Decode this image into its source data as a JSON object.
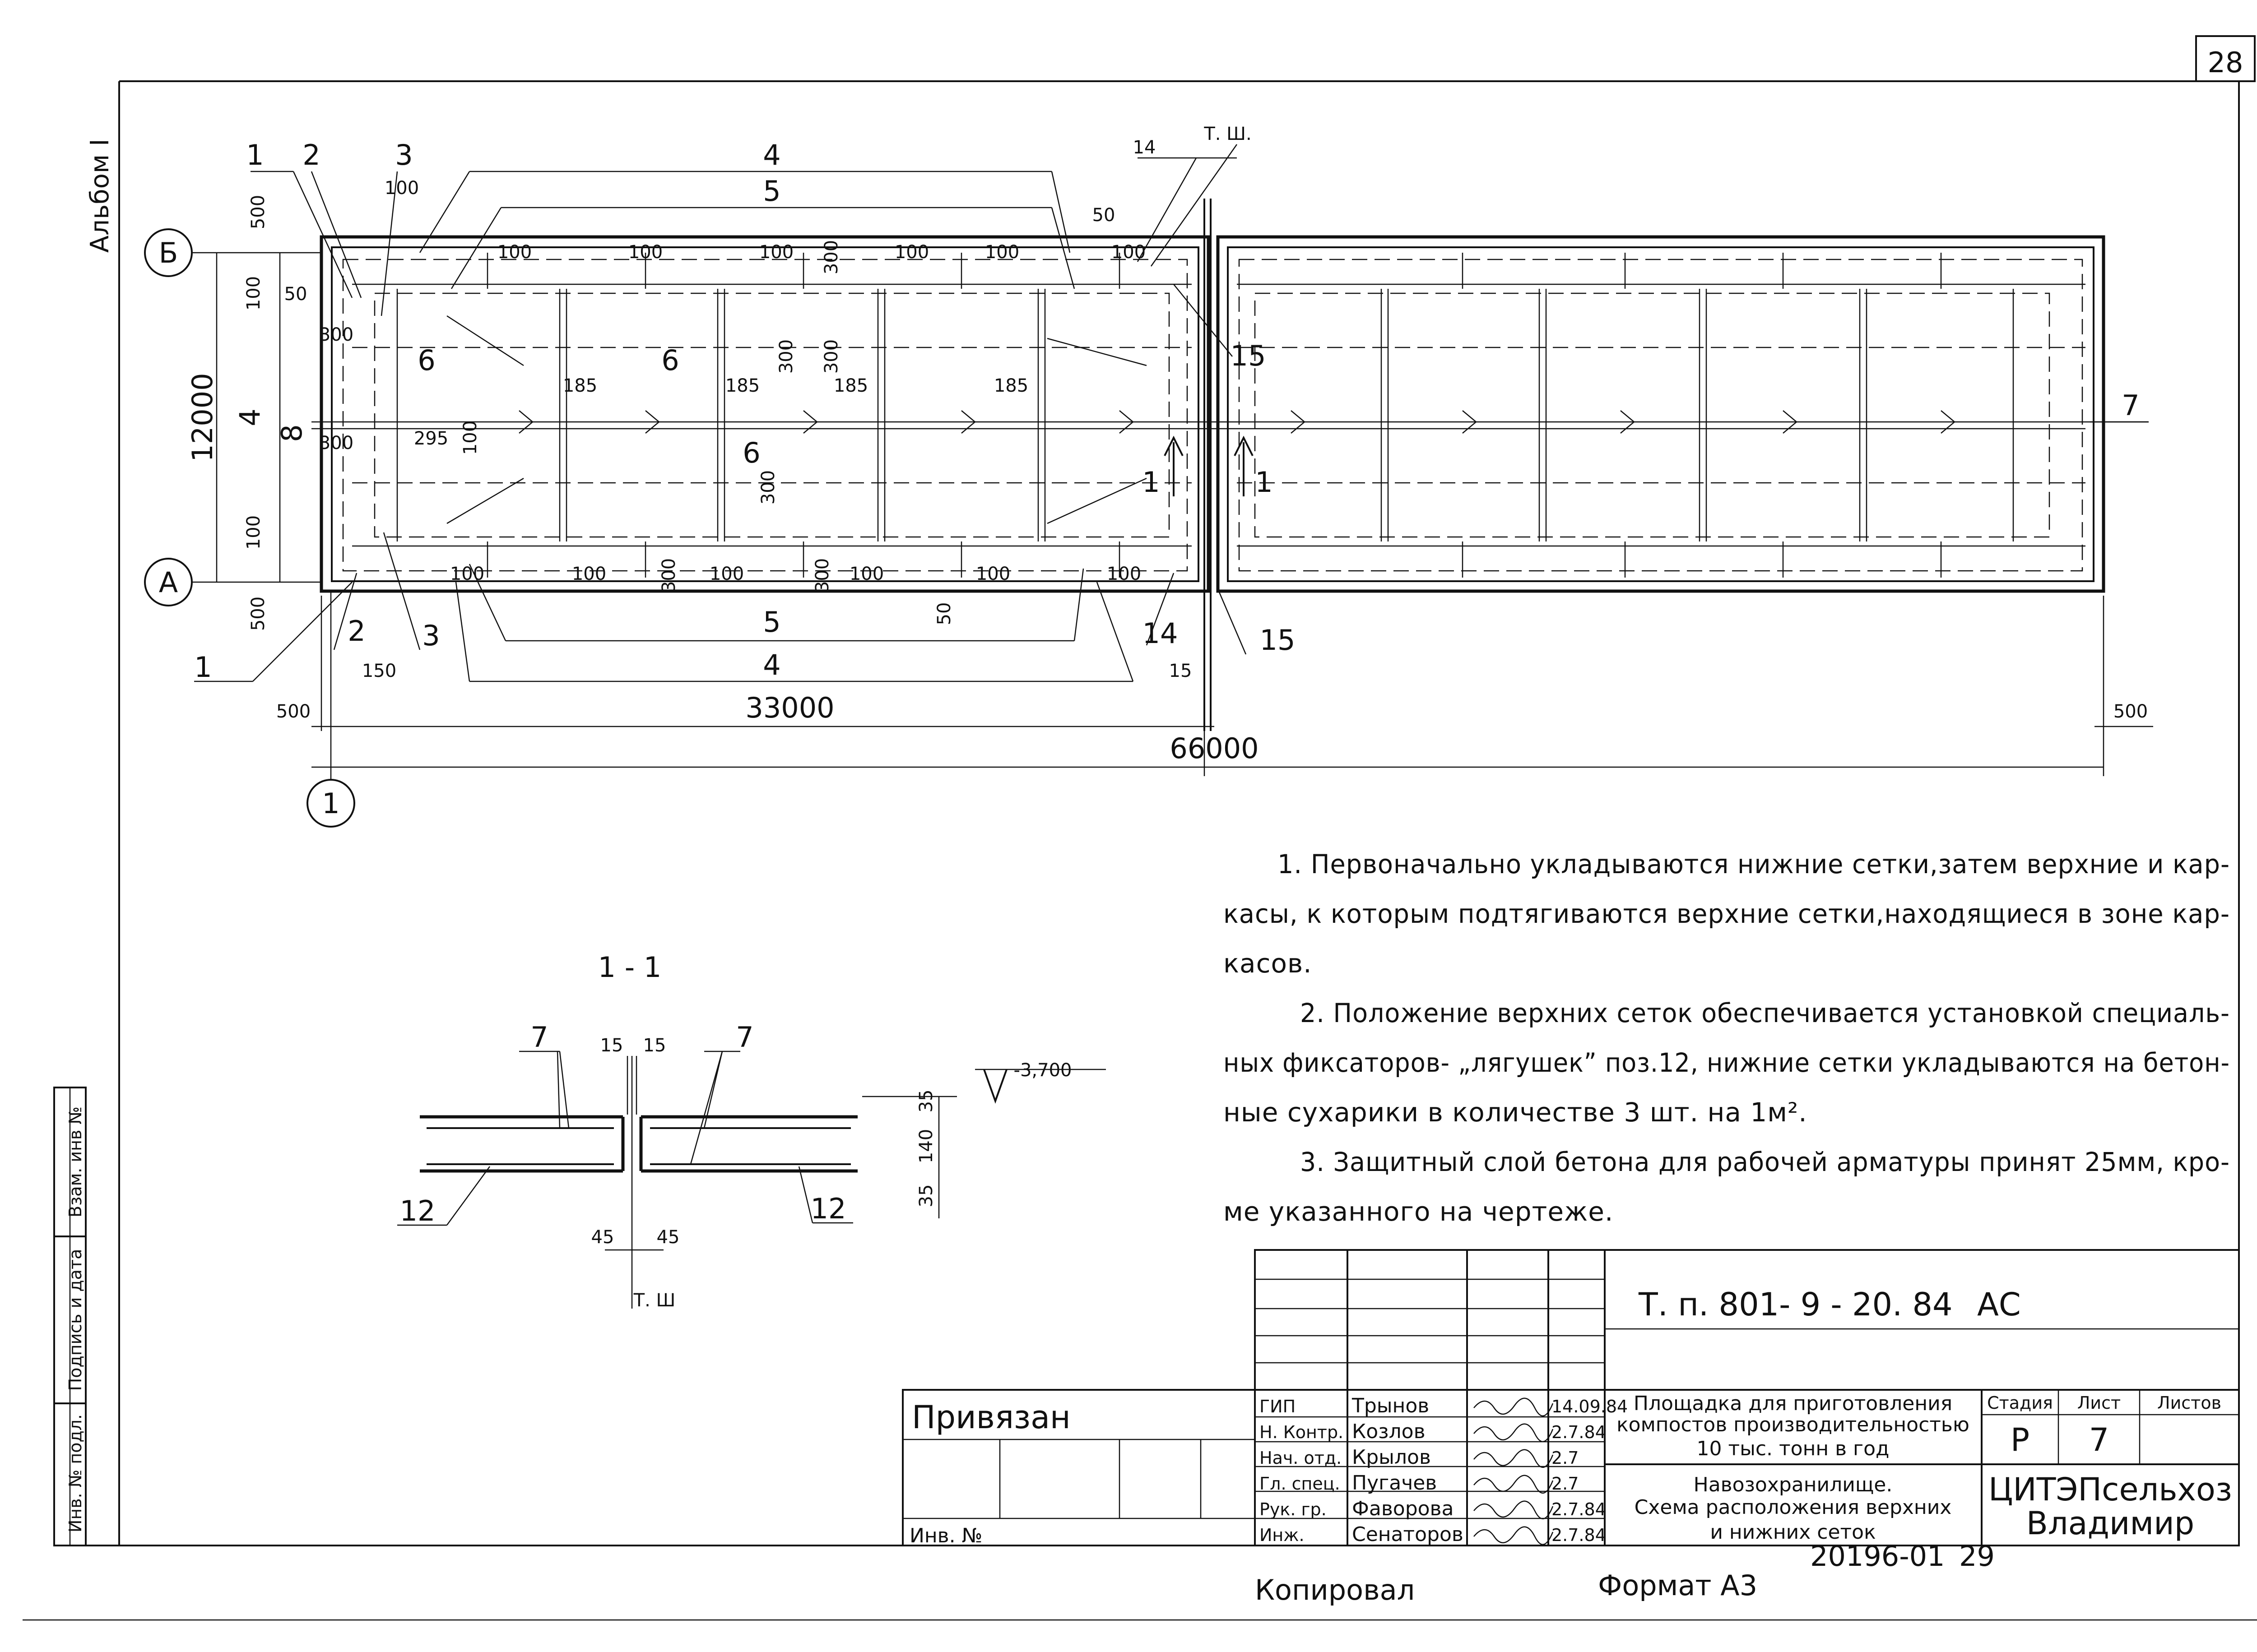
{
  "page": {
    "number": "28",
    "album": "Альбом I"
  },
  "plan": {
    "axis_b": "Б",
    "axis_a": "А",
    "axis_1": "1",
    "arrow_section": "1",
    "label_tsh": "Т. Ш.",
    "pos": {
      "p1": "1",
      "p2": "2",
      "p3": "3",
      "p4": "4",
      "p5": "5",
      "p6": "6",
      "p7": "7",
      "p8": "8",
      "p14": "14",
      "p15": "15"
    },
    "dims": {
      "d100": "100",
      "d50": "50",
      "d300": "300",
      "d185": "185",
      "d295": "295",
      "d500": "500",
      "d150": "150",
      "d15": "15",
      "d12000": "12000",
      "d4": "4",
      "d33000": "33000",
      "d66000": "66000"
    }
  },
  "section": {
    "title": "1 - 1",
    "label_tsh": "Т. Ш",
    "level": "-3,700",
    "pos7": "7",
    "pos12": "12",
    "d15": "15",
    "d35": "35",
    "d140": "140",
    "d45": "45"
  },
  "notes": {
    "n1_l1": "1. Первоначально укладываются нижние сетки,затем верхние и кар-",
    "n1_l2": "касы, к которым подтягиваются верхние сетки,находящиеся в зоне кар-",
    "n1_l3": "касов.",
    "n2_l1": "2. Положение верхних сеток обеспечивается установкой специаль-",
    "n2_l2": "ных фиксаторов- „лягушек” поз.12, нижние сетки укладываются на бетон-",
    "n2_l3": "ные сухарики в количестве  3 шт.  на 1м².",
    "n3_l1": "3. Защитный слой бетона для рабочей арматуры принят 25мм, кро-",
    "n3_l2": "ме  указанного на чертеже."
  },
  "left_strip": {
    "inv_podl": "Инв. № подл.",
    "podpis_data": "Подпись и дата",
    "vzam_inv": "Взам. инв №"
  },
  "title_block": {
    "doc_code": "Т. п.  801- 9 - 20. 84",
    "doc_mark": "АС",
    "privyazan": "Привязан",
    "inv_no": "Инв. №",
    "roles": [
      {
        "role": "ГИП",
        "name": "Трынов",
        "date": "14.09.84"
      },
      {
        "role": "Н. Контр.",
        "name": "Козлов",
        "date": "2.7.84"
      },
      {
        "role": "Нач. отд.",
        "name": "Крылов",
        "date": "2.7"
      },
      {
        "role": "Гл. спец.",
        "name": "Пугачев",
        "date": "2.7"
      },
      {
        "role": "Рук. гр.",
        "name": "Фаворова",
        "date": "2.7.84"
      },
      {
        "role": "Инж.",
        "name": "Сенаторов",
        "date": "2.7.84"
      }
    ],
    "project_l1": "Площадка для приготовления",
    "project_l2": "компостов производительностью",
    "project_l3": "10 тыс. тонн в год",
    "sheet_l1": "Навозохранилище.",
    "sheet_l2": "Схема расположения верхних",
    "sheet_l3": "и  нижних   сеток",
    "stadia_h": "Стадия",
    "list_h": "Лист",
    "listov_h": "Листов",
    "stadia": "Р",
    "list": "7",
    "org_l1": "ЦИТЭПсельхоз",
    "org_l2": "Владимир"
  },
  "footer": {
    "kopiroval": "Копировал",
    "format": "Формат А3",
    "order": "20196-01",
    "order_page": "29"
  }
}
